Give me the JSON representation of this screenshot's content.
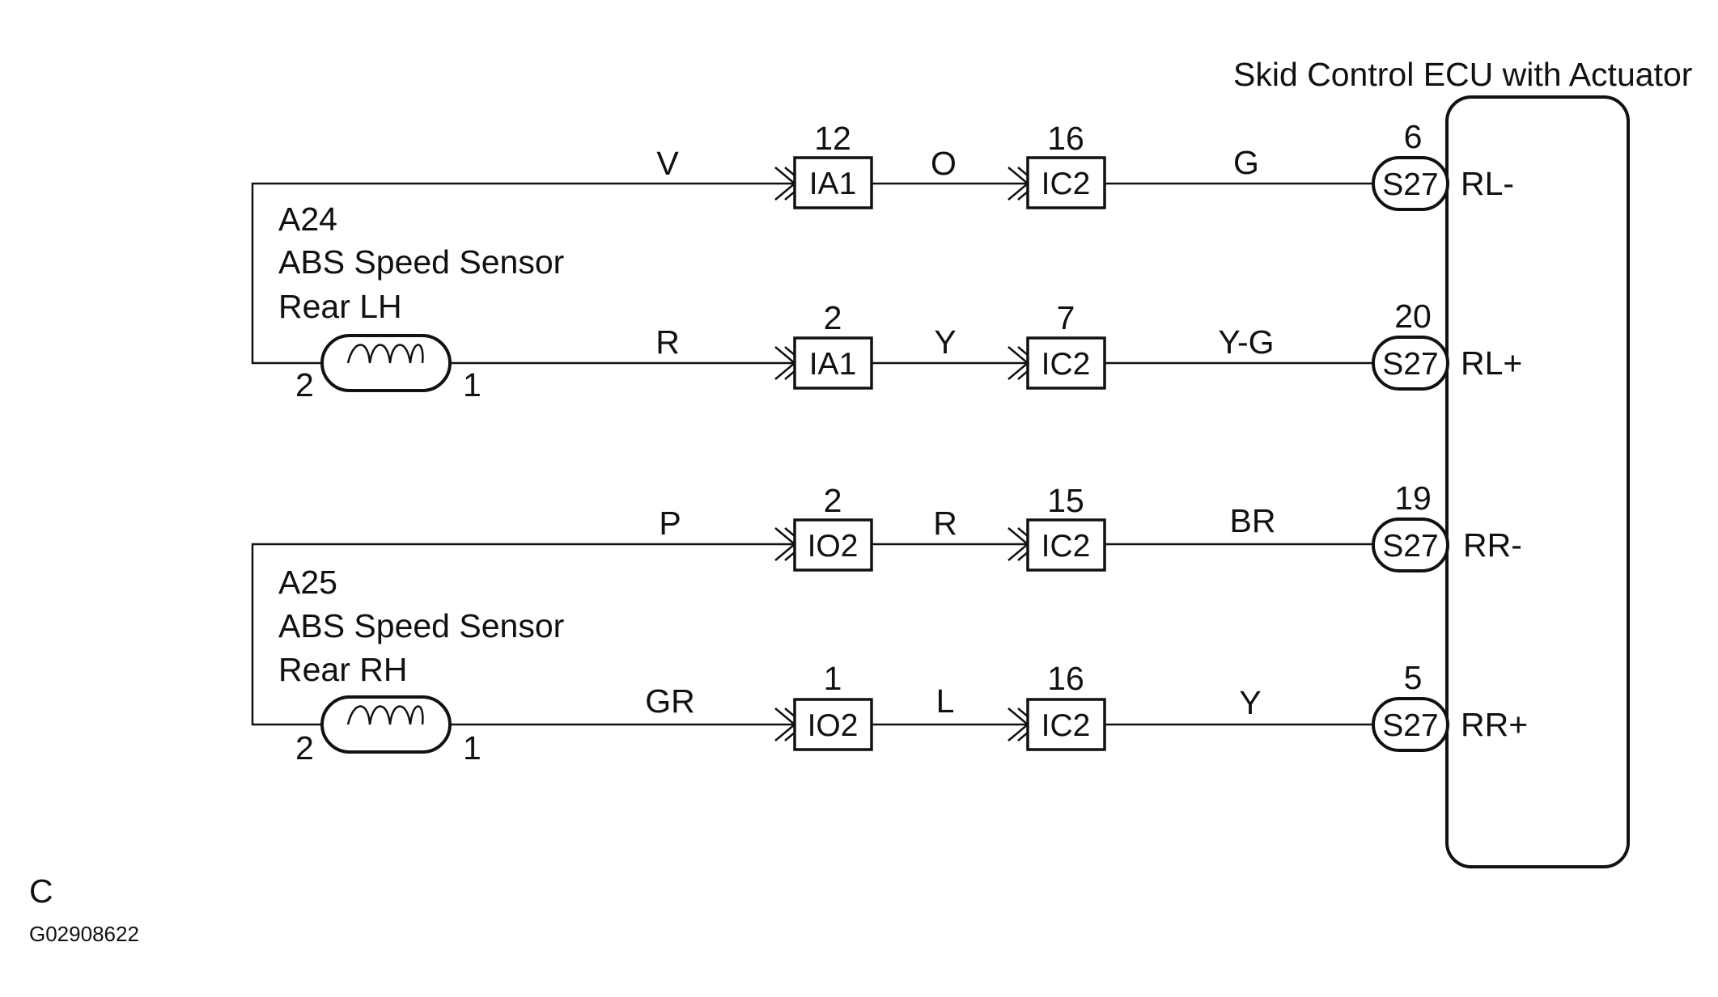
{
  "ecu": {
    "name": "Skid Control ECU with Actuator",
    "connector": "S27"
  },
  "sensors": [
    {
      "code": "A24",
      "name": "ABS Speed Sensor",
      "side": "Rear LH",
      "pin_left": "2",
      "pin_right": "1"
    },
    {
      "code": "A25",
      "name": "ABS Speed Sensor",
      "side": "Rear RH",
      "pin_left": "2",
      "pin_right": "1"
    }
  ],
  "rows": [
    {
      "wire1": "V",
      "j1": "IA1",
      "j1_pin": "12",
      "wire2": "O",
      "j2": "IC2",
      "j2_pin": "16",
      "wire3": "G",
      "ecu_pin": "6",
      "terminal": "RL-"
    },
    {
      "wire1": "R",
      "j1": "IA1",
      "j1_pin": "2",
      "wire2": "Y",
      "j2": "IC2",
      "j2_pin": "7",
      "wire3": "Y-G",
      "ecu_pin": "20",
      "terminal": "RL+"
    },
    {
      "wire1": "P",
      "j1": "IO2",
      "j1_pin": "2",
      "wire2": "R",
      "j2": "IC2",
      "j2_pin": "15",
      "wire3": "BR",
      "ecu_pin": "19",
      "terminal": "RR-"
    },
    {
      "wire1": "GR",
      "j1": "IO2",
      "j1_pin": "1",
      "wire2": "L",
      "j2": "IC2",
      "j2_pin": "16",
      "wire3": "Y",
      "ecu_pin": "5",
      "terminal": "RR+"
    }
  ],
  "footer": {
    "letter": "C",
    "code": "G02908622"
  }
}
